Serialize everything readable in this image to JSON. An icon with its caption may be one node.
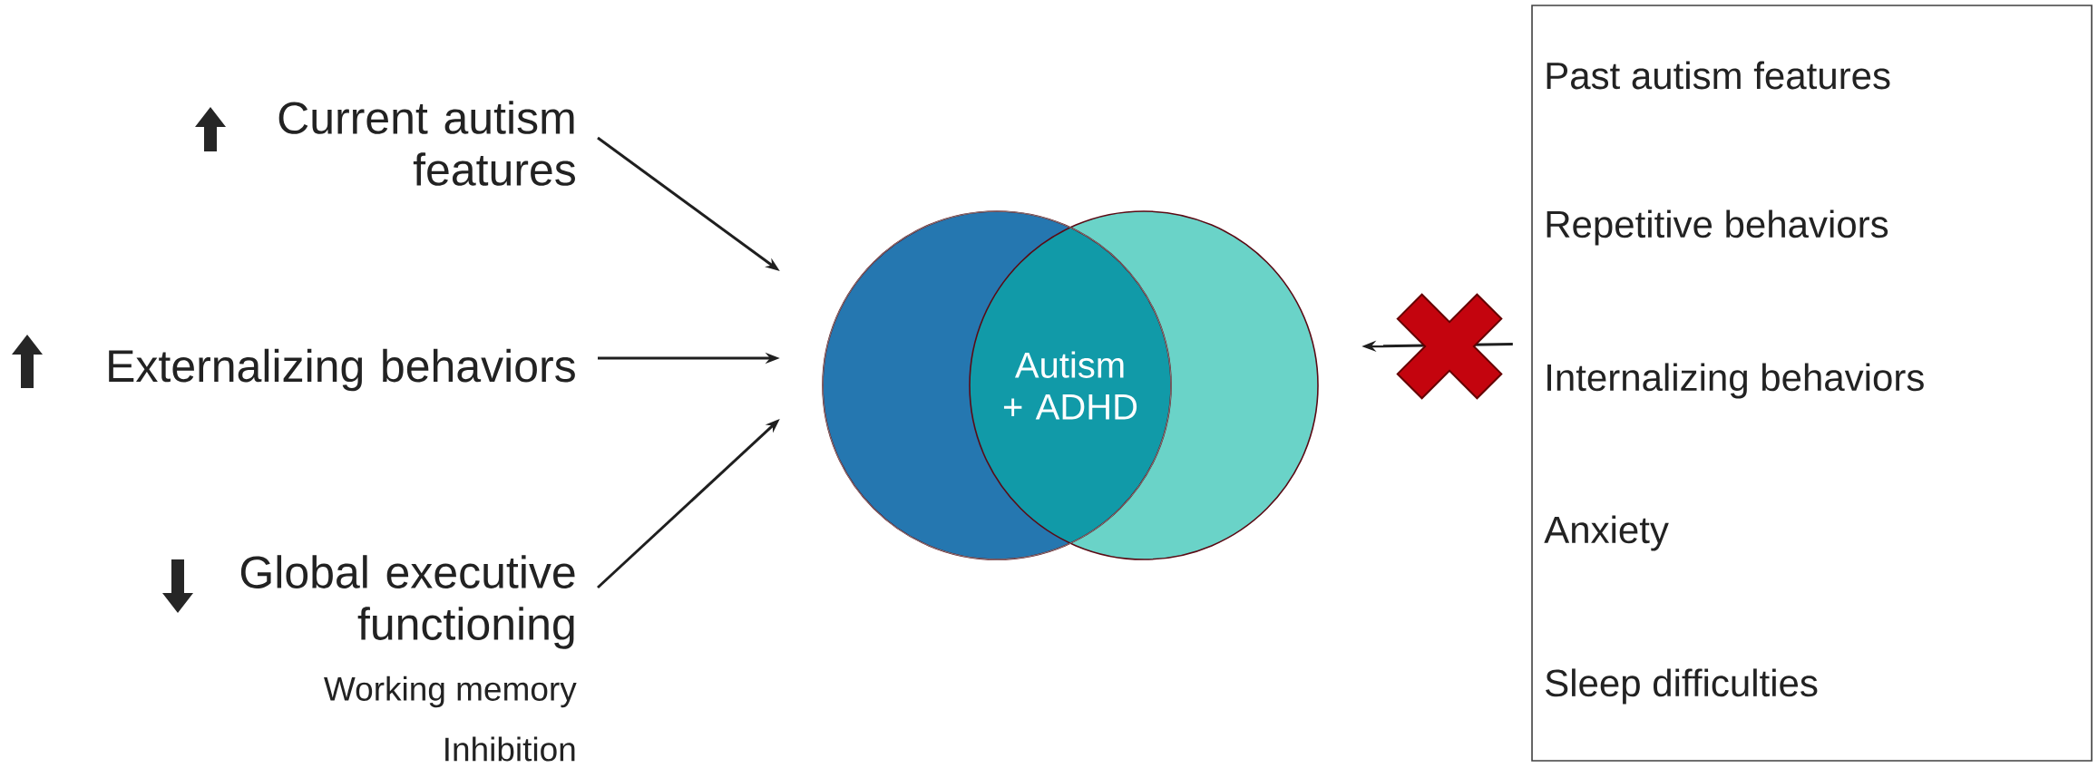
{
  "diagram": {
    "nodes": [
      {
        "text": [
          "Current autism features"
        ]
      },
      {
        "text": [
          "Externalizing behaviors"
        ]
      },
      {
        "text": [
          "Global executive functioning"
        ],
        "beside": [
          "Working memory",
          "Inhibition"
        ]
      },
      {
        "text": [
          "Autism + ADHD"
        ]
      },
      {
        "text": [
          "Past autism features",
          "Repetitive behaviors",
          "Internalizing behaviors",
          "Anxiety",
          "Sleep difficulties"
        ]
      }
    ],
    "edges": [
      {
        "from": 0,
        "to": 3,
        "arrow": "to"
      },
      {
        "from": 1,
        "to": 3,
        "arrow": "to"
      },
      {
        "from": 2,
        "to": 3,
        "arrow": "to"
      },
      {
        "from": 4,
        "to": 3,
        "arrow": "to"
      }
    ]
  }
}
